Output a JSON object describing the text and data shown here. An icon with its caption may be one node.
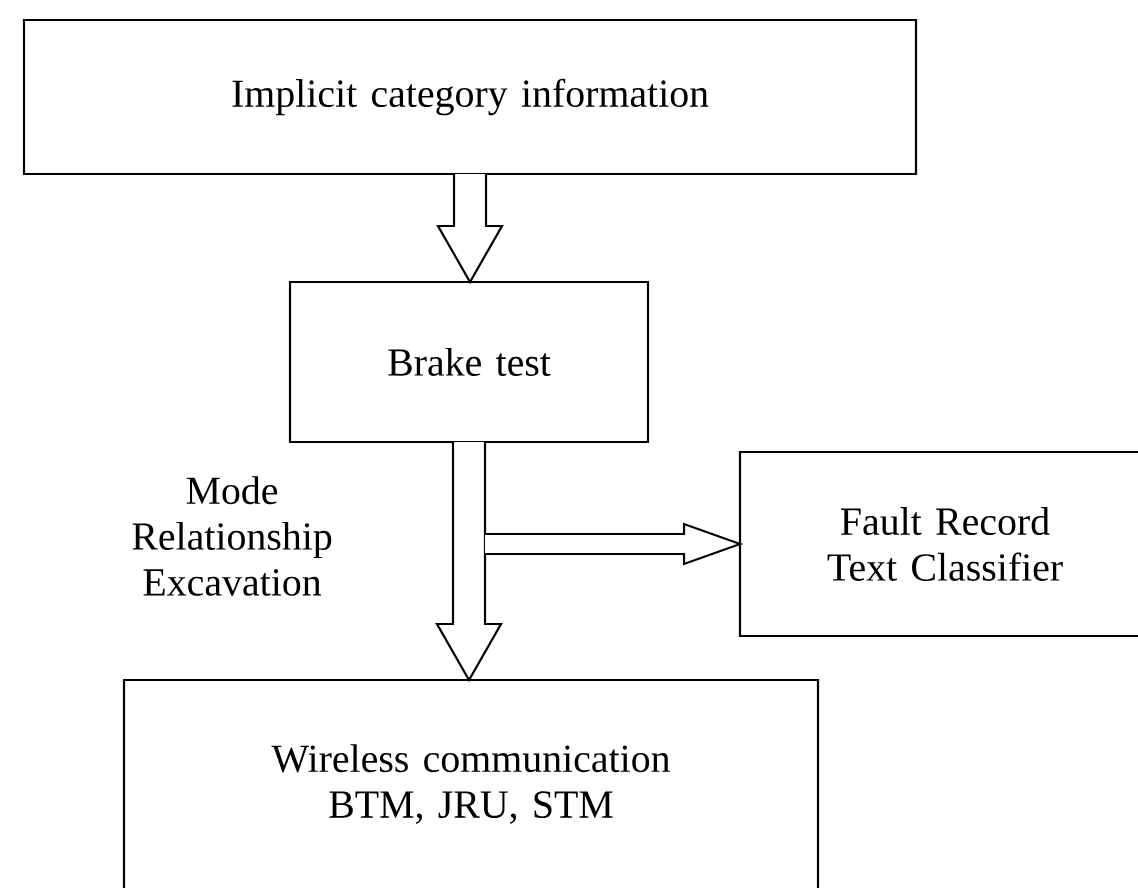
{
  "diagram": {
    "nodes": [
      {
        "text": [
          "Implicit category information"
        ]
      },
      {
        "text": [
          "Brake test"
        ]
      },
      {
        "text": [
          "Fault Record Text Classifier"
        ]
      },
      {
        "text": [
          "Wireless communication BTM, JRU, STM"
        ]
      }
    ],
    "edges": [
      {
        "from": 0,
        "to": 1,
        "arrow": "to"
      },
      {
        "from": 1,
        "to": 3,
        "arrow": "to",
        "label": "Mode Relationship Excavation"
      },
      {
        "from": 1,
        "to": 2,
        "arrow": "to"
      }
    ]
  }
}
